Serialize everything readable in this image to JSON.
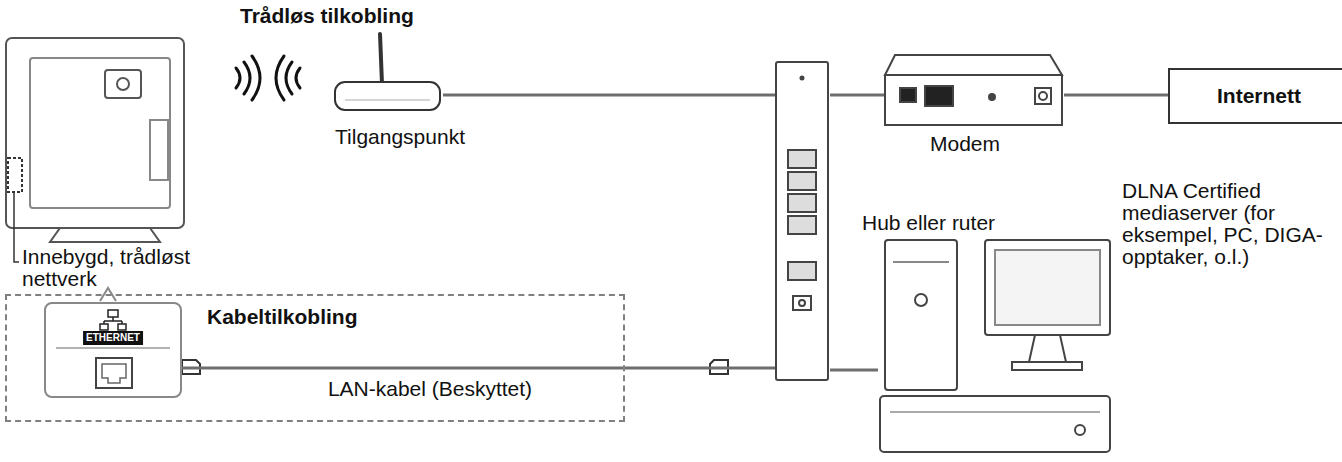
{
  "diagram": {
    "nodes": [
      {
        "text": [
          "Innebygd, trådløst nettverk"
        ]
      },
      {
        "text": [
          "Tilgangspunkt"
        ]
      },
      {
        "text": [
          "Hub eller ruter"
        ]
      },
      {
        "text": [
          "Modem"
        ]
      },
      {
        "text": [
          "Internett"
        ]
      },
      {
        "text": [
          "DLNA Certified mediaserver (for eksempel, PC, DIGA-opptaker, o.l.)"
        ]
      },
      {
        "text": [
          "Kabeltilkobling"
        ]
      },
      {
        "text": [
          "ETHERNET"
        ],
        "in": 6
      }
    ],
    "edges": [
      {
        "from": 1,
        "to": 2,
        "arrow": "none"
      },
      {
        "from": 2,
        "to": 3,
        "arrow": "none"
      },
      {
        "from": 3,
        "to": 4,
        "arrow": "none"
      },
      {
        "from": 2,
        "to": 5,
        "arrow": "none"
      },
      {
        "from": 7,
        "to": 2,
        "label": "LAN-kabel (Beskyttet)",
        "arrow": "none"
      }
    ],
    "labels": [
      "Trådløs tilkobling"
    ]
  }
}
